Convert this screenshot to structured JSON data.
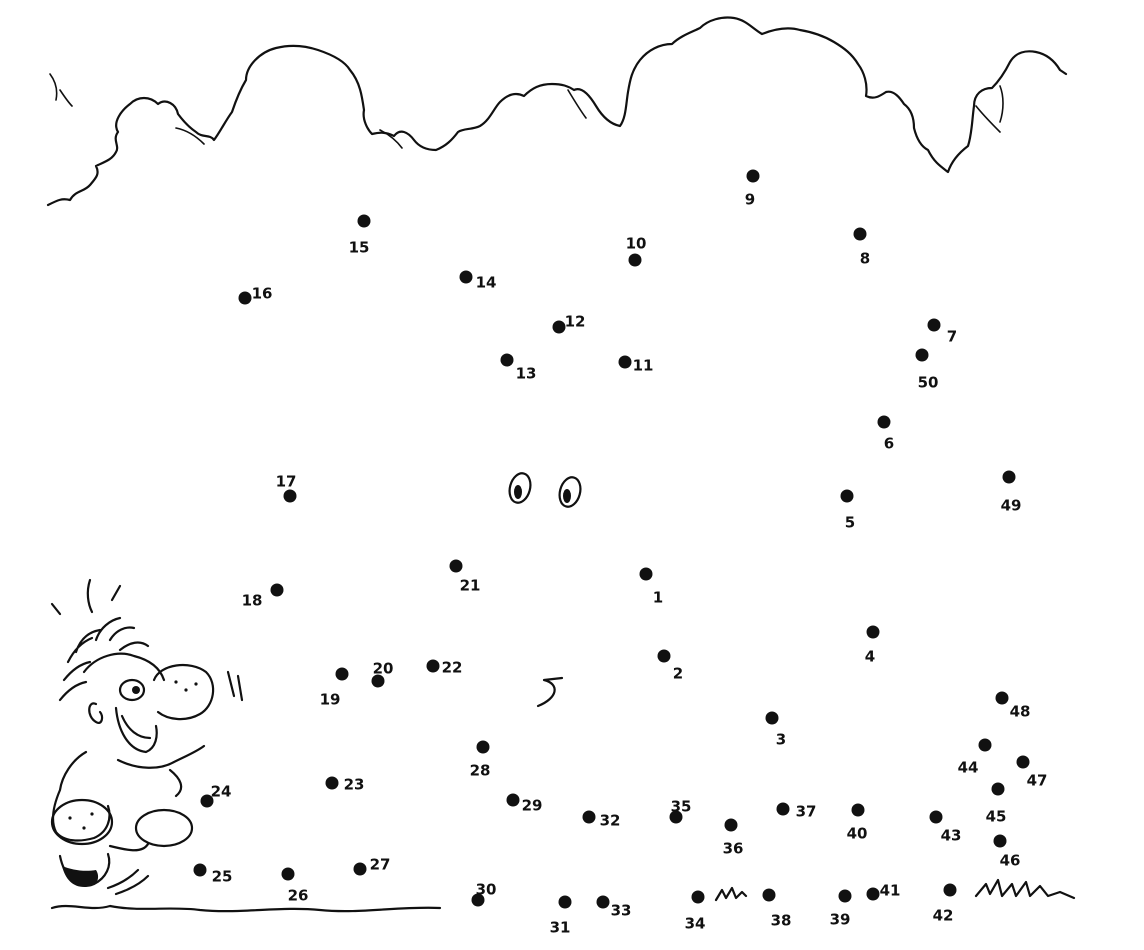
{
  "puzzle": {
    "dots": [
      {
        "n": "1"
      },
      {
        "n": "2"
      },
      {
        "n": "3"
      },
      {
        "n": "4"
      },
      {
        "n": "5"
      },
      {
        "n": "6"
      },
      {
        "n": "7"
      },
      {
        "n": "8"
      },
      {
        "n": "9"
      },
      {
        "n": "10"
      },
      {
        "n": "11"
      },
      {
        "n": "12"
      },
      {
        "n": "13"
      },
      {
        "n": "14"
      },
      {
        "n": "15"
      },
      {
        "n": "16"
      },
      {
        "n": "17"
      },
      {
        "n": "18"
      },
      {
        "n": "19"
      },
      {
        "n": "20"
      },
      {
        "n": "21"
      },
      {
        "n": "22"
      },
      {
        "n": "23"
      },
      {
        "n": "24"
      },
      {
        "n": "25"
      },
      {
        "n": "26"
      },
      {
        "n": "27"
      },
      {
        "n": "28"
      },
      {
        "n": "29"
      },
      {
        "n": "30"
      },
      {
        "n": "31"
      },
      {
        "n": "32"
      },
      {
        "n": "33"
      },
      {
        "n": "34"
      },
      {
        "n": "35"
      },
      {
        "n": "36"
      },
      {
        "n": "37"
      },
      {
        "n": "38"
      },
      {
        "n": "39"
      },
      {
        "n": "40"
      },
      {
        "n": "41"
      },
      {
        "n": "42"
      },
      {
        "n": "43"
      },
      {
        "n": "44"
      },
      {
        "n": "45"
      },
      {
        "n": "46"
      },
      {
        "n": "47"
      },
      {
        "n": "48"
      },
      {
        "n": "49"
      },
      {
        "n": "50"
      }
    ],
    "ink_color": "#111111",
    "paper_color": "#ffffff"
  }
}
